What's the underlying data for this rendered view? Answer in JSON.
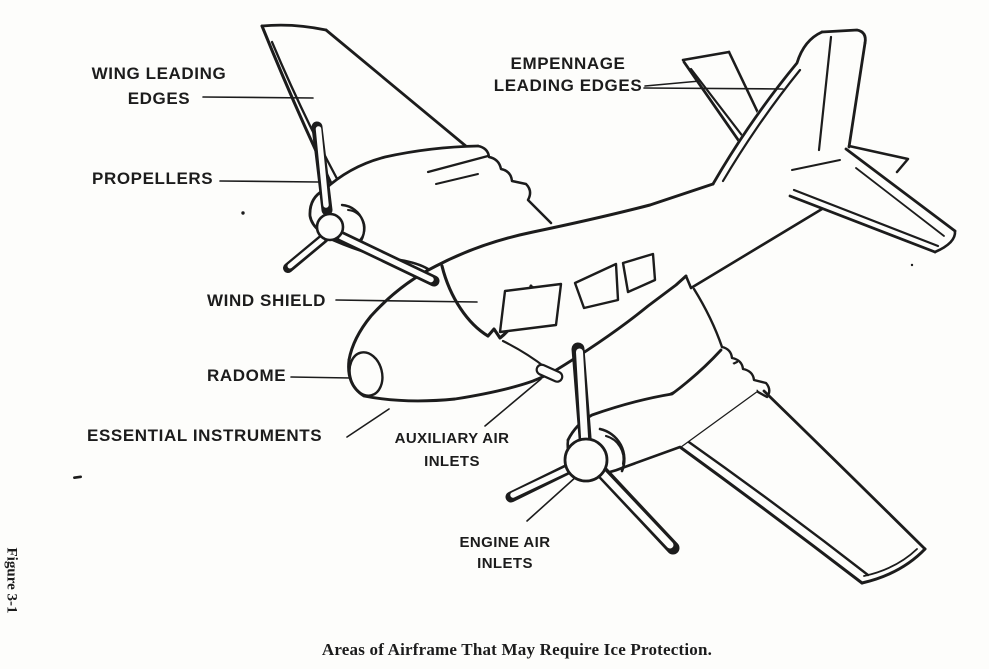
{
  "figure": {
    "side_label": "Figure 3-1",
    "caption": "Areas of Airframe That May Require Ice Protection."
  },
  "callouts": {
    "wing_leading_edges": {
      "line1": "WING LEADING",
      "line2": "EDGES"
    },
    "empennage_leading_edges": {
      "line1": "EMPENNAGE",
      "line2": "LEADING EDGES"
    },
    "propellers": {
      "label": "PROPELLERS"
    },
    "wind_shield": {
      "label": "WIND SHIELD"
    },
    "radome": {
      "label": "RADOME"
    },
    "essential_instruments": {
      "label": "ESSENTIAL INSTRUMENTS"
    },
    "auxiliary_air_inlets": {
      "line1": "AUXILIARY AIR",
      "line2": "INLETS"
    },
    "engine_air_inlets": {
      "line1": "ENGINE AIR",
      "line2": "INLETS"
    }
  },
  "colors": {
    "ink": "#1c1c1c",
    "paper": "#fdfdfb"
  }
}
